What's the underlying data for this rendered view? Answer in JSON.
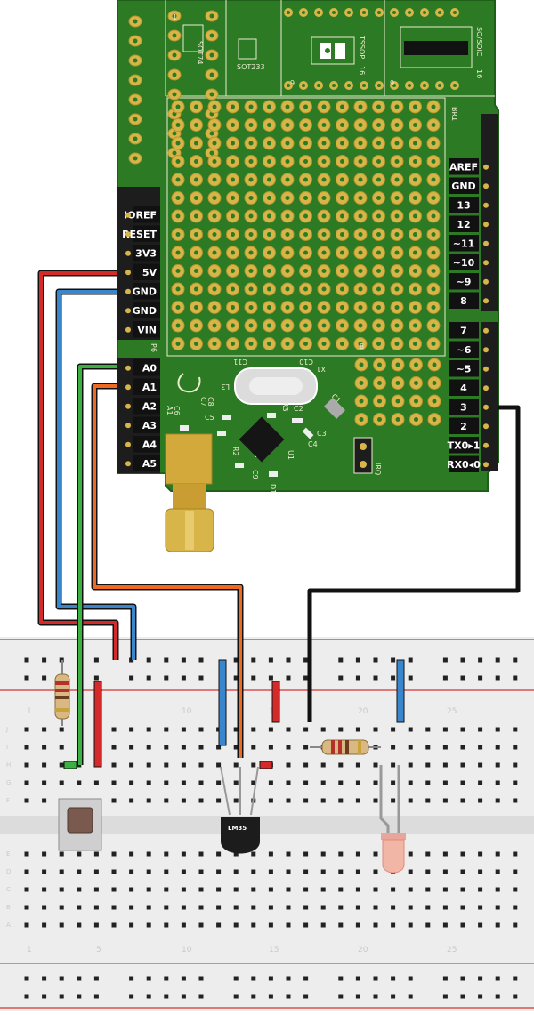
{
  "shield": {
    "left_header_pins": [
      "IOREF",
      "RESET",
      "3V3",
      "5V",
      "GND",
      "GND",
      "VIN"
    ],
    "analog_pins": [
      "A0",
      "A1",
      "A2",
      "A3",
      "A4",
      "A5"
    ],
    "right_header_top_pins": [
      "AREF",
      "GND",
      "13",
      "12",
      "~11",
      "~10",
      "~9",
      "8"
    ],
    "right_header_bottom_pins": [
      "7",
      "~6",
      "~5",
      "4",
      "3",
      "2",
      "TX0▸1",
      "RX0◂0"
    ],
    "silkscreen": {
      "sot74": "SOT74",
      "sot233": "SOT233",
      "tssop": "TSSOP",
      "so_soic": "SO/SOIC",
      "br1": "BR1",
      "x1": "X1",
      "c11": "C11",
      "c10": "C10",
      "l3": "L3",
      "c8": "C8",
      "c7": "C7",
      "c6": "C6",
      "a1": "A1",
      "c5": "C5",
      "r3": "R3",
      "c2": "C2",
      "c1": "C1",
      "c3": "C3",
      "c4": "C4",
      "u1": "U1",
      "r2": "R2",
      "c9": "C9",
      "d1": "D1",
      "irq": "IRQ",
      "p6": "P6",
      "n1": "1",
      "n16a": "16",
      "n9a": "9",
      "n16b": "16",
      "n9b": "9",
      "n8": "8"
    }
  },
  "breadboard": {
    "column_numbers": [
      "1",
      "5",
      "10",
      "15",
      "20",
      "25"
    ],
    "row_letters_top": [
      "J",
      "I",
      "H",
      "G",
      "F"
    ],
    "row_letters_bottom": [
      "E",
      "D",
      "C",
      "B",
      "A"
    ]
  },
  "components": {
    "temp_sensor_label": "LM35"
  },
  "colors": {
    "pcb": "#2c7a23",
    "pcb_dark": "#1f5e18",
    "header": "#1d1d1d",
    "pad": "#d8b548",
    "wire_red": "#d42a2a",
    "wire_blue": "#3a86cc",
    "wire_green": "#3cb043",
    "wire_orange": "#ee6a22",
    "wire_black": "#111111",
    "breadboard": "#ececec",
    "rail_red": "#d9534f",
    "rail_blue": "#5b8fd6"
  }
}
